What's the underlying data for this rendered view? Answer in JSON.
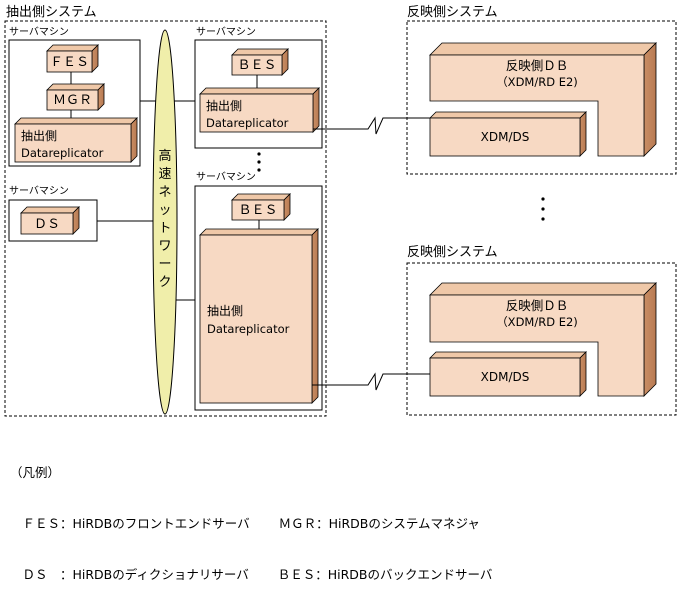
{
  "extract_system": {
    "title": "抽出側システム",
    "server_label": "サーバマシン",
    "fes": "ＦＥＳ",
    "mgr": "ＭＧＲ",
    "ds": "ＤＳ",
    "bes": "ＢＥＳ",
    "extract_title": "抽出側",
    "datareplicator": "Datareplicator",
    "network": "高速ネットワーク",
    "ellipsis": "・・・"
  },
  "reflect_systems": [
    {
      "title": "反映側システム",
      "db_title": "反映側ＤＢ",
      "db_sub": "（XDM/RD E2)",
      "xdm_ds": "XDM/DS"
    },
    {
      "title": "反映側システム",
      "db_title": "反映側ＤＢ",
      "db_sub": "（XDM/RD E2)",
      "xdm_ds": "XDM/DS"
    }
  ],
  "between_reflect_ellipsis": "・・・",
  "legend": {
    "heading": "（凡例）",
    "row1": "　ＦＥＳ：HiRDBのフロントエンドサーバ　　 ＭＧＲ：HiRDBのシステムマネジャ",
    "row2": "　ＤＳ　：HiRDBのディクショナリサーバ　　 ＢＥＳ：HiRDBのバックエンドサーバ"
  },
  "colors": {
    "box_fill": "#f7d9c3",
    "box_top": "#efc8a8",
    "box_side": "#c98e65",
    "network_fill": "#f0eeaa"
  }
}
